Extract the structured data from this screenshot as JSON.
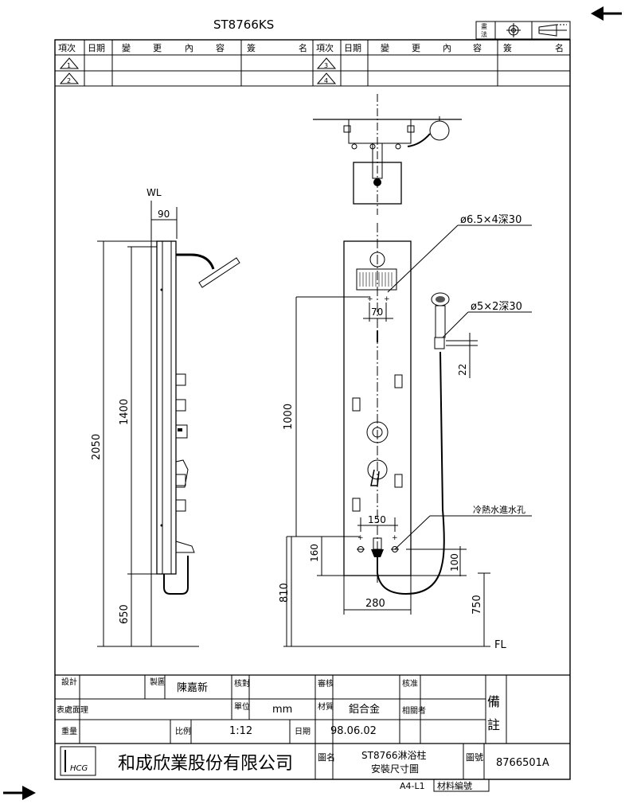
{
  "header": {
    "drawing_code": "ST8766KS",
    "projection_label_1": "畫",
    "projection_label_2": "法"
  },
  "revision_table": {
    "columns": [
      "項次",
      "日期",
      "變",
      "更",
      "內",
      "容",
      "簽",
      "名"
    ],
    "rows_left": [
      "1",
      "2"
    ],
    "rows_right": [
      "3",
      "4"
    ]
  },
  "side_view": {
    "wl_label": "WL",
    "dim_90": "90",
    "dim_2050": "2050",
    "dim_1400": "1400",
    "dim_650": "650"
  },
  "front_view": {
    "hole_note_top": "ø6.5×4深30",
    "hole_note_hand": "ø5×2深30",
    "dim_70": "70",
    "dim_22": "22",
    "dim_1000": "1000",
    "dim_150": "150",
    "dim_160": "160",
    "dim_100": "100",
    "dim_810": "810",
    "dim_280": "280",
    "dim_750": "750",
    "inlet_note": "冷熱水進水孔",
    "fl_label": "FL"
  },
  "title_block": {
    "design_label": "設計",
    "drawn_label": "製圖",
    "drawn_by": "陳嘉新",
    "check_label": "核對",
    "review_label": "審核",
    "approve_label": "核准",
    "surface_label": "表處面理",
    "unit_label": "單位",
    "unit_value": "mm",
    "material_label": "材質",
    "material_value": "鋁合金",
    "related_label": "相關者",
    "weight_label": "重量",
    "scale_label": "比例",
    "scale_value": "1:12",
    "date_label": "日期",
    "date_value": "98.06.02",
    "remark_label": "備註",
    "company_logo": "HCG",
    "company_name": "和成欣業股份有限公司",
    "drawing_name_label": "圖名",
    "drawing_name_1": "ST8766淋浴柱",
    "drawing_name_2": "安裝尺寸圖",
    "drawing_no_label": "圖號",
    "drawing_no": "8766501A",
    "paper_size": "A4-L1",
    "material_no_label": "材料編號"
  }
}
